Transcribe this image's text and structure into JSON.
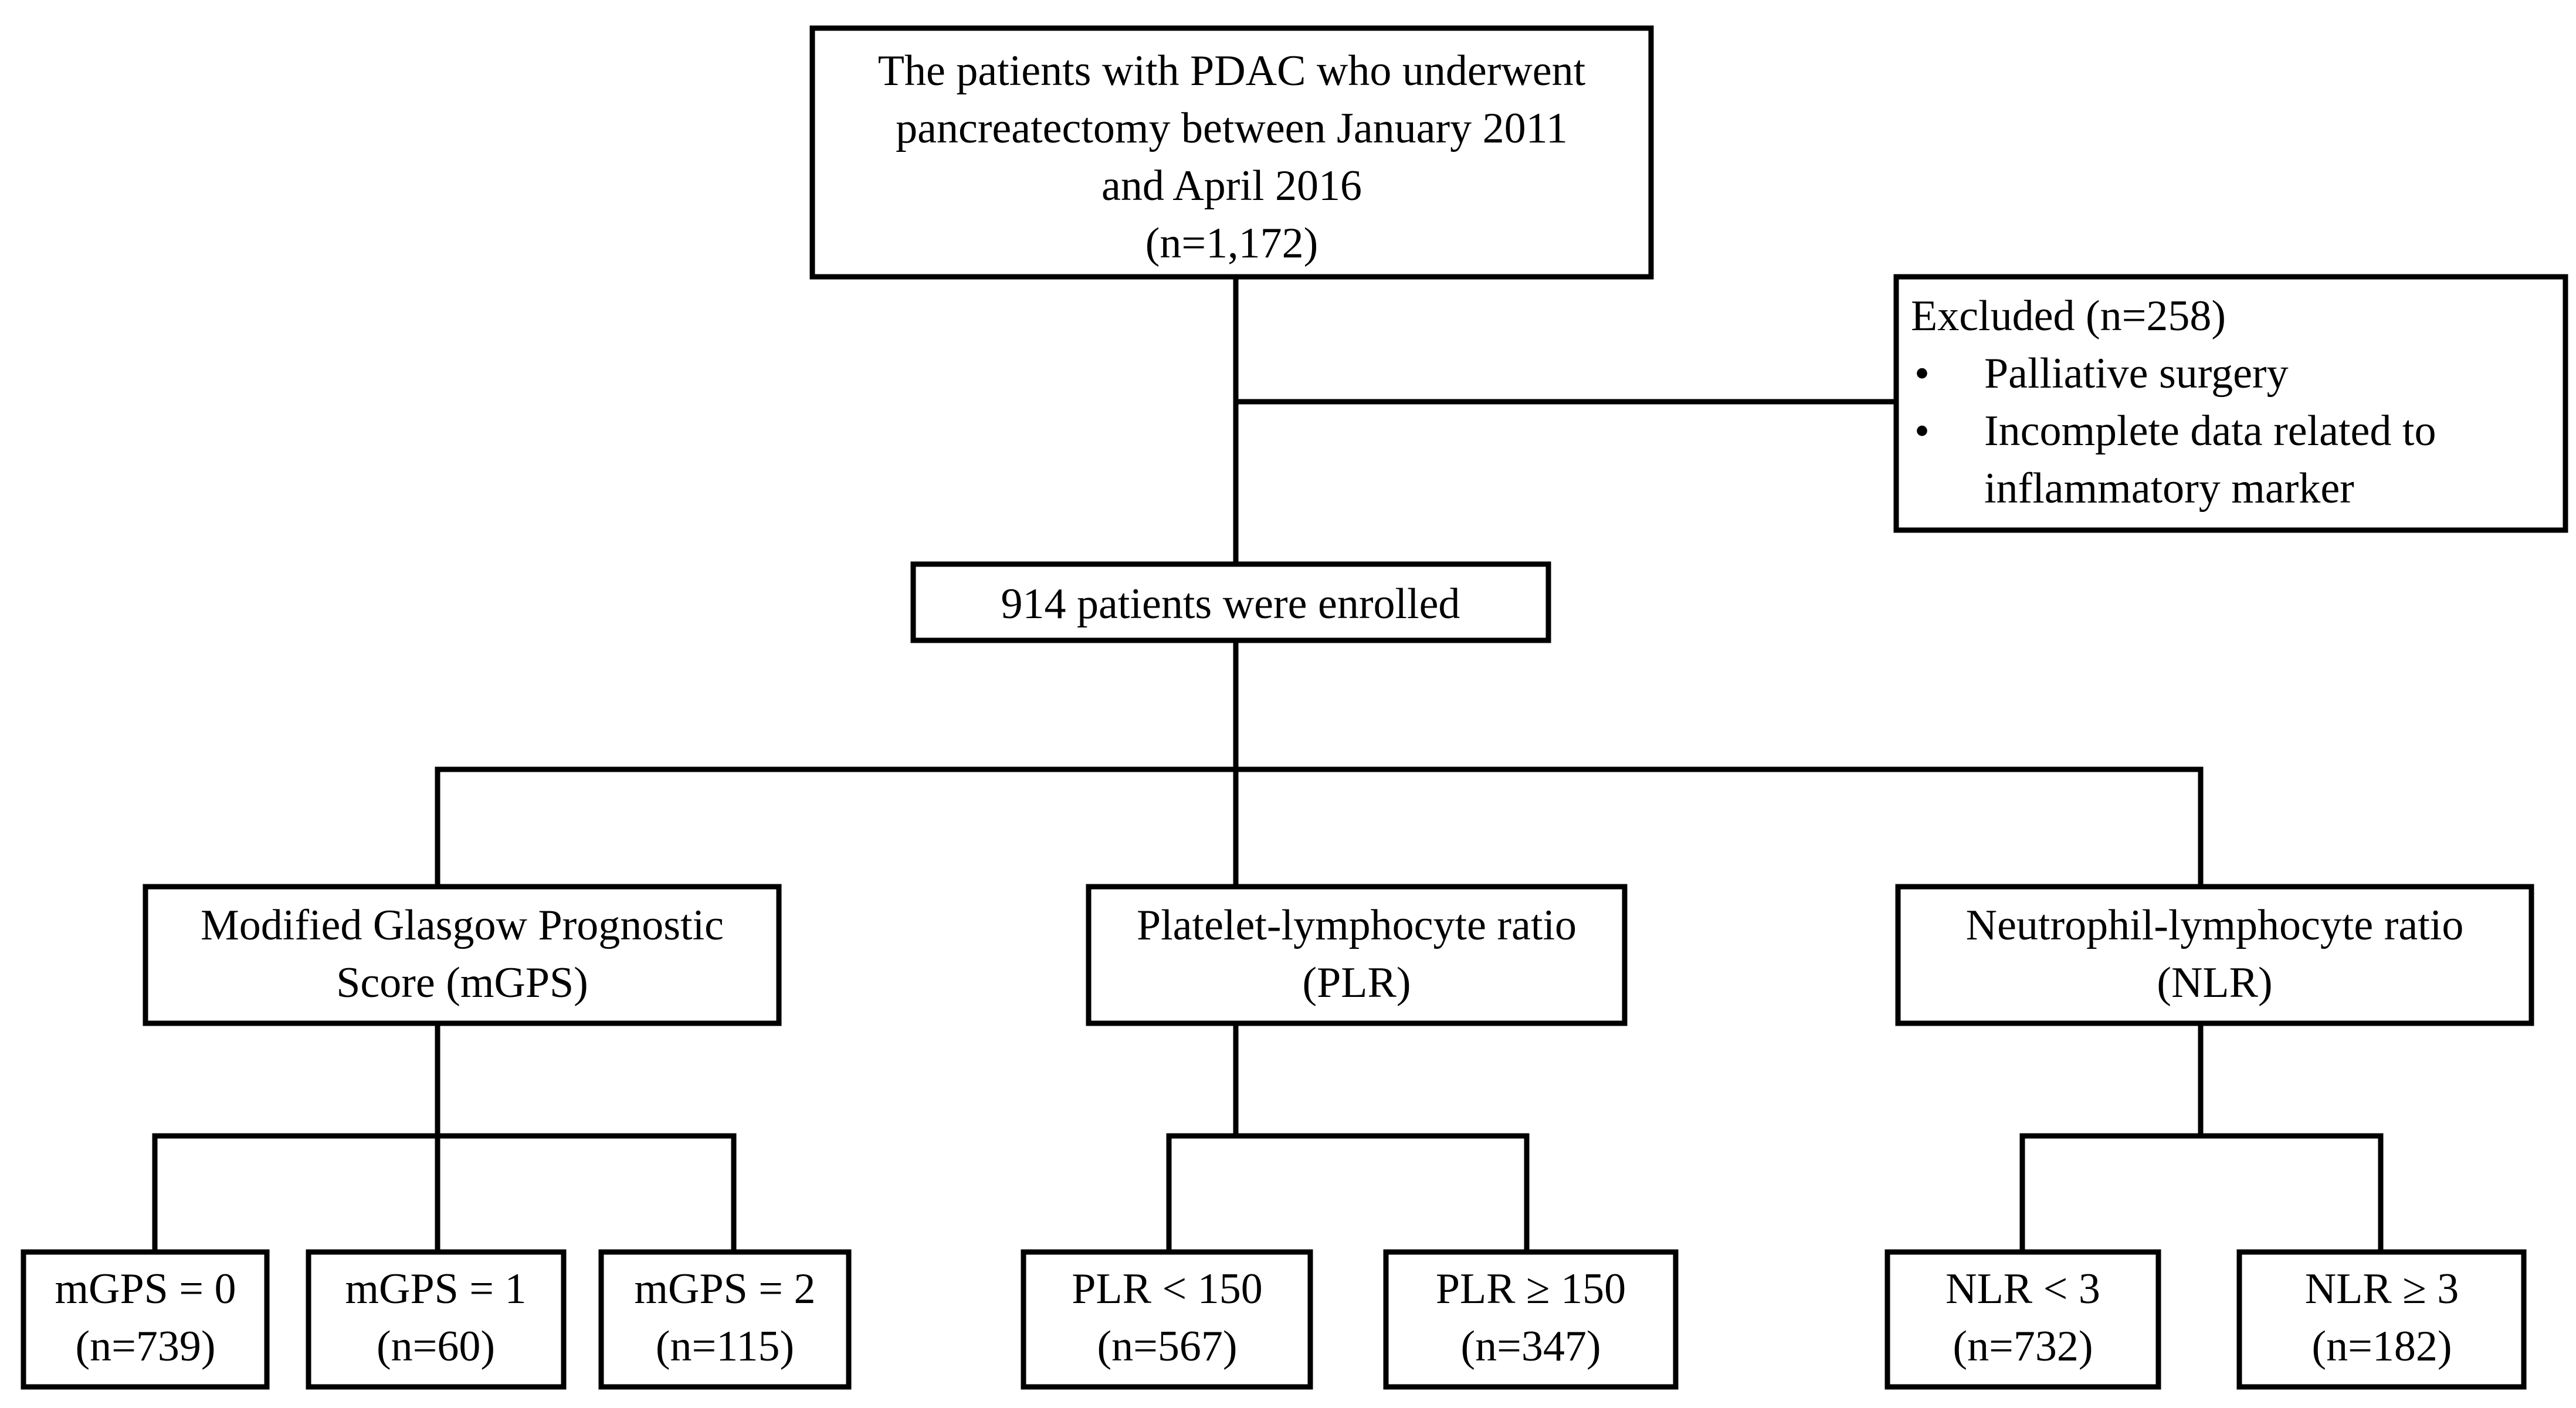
{
  "nodes": {
    "population": {
      "lines": [
        "The patients with PDAC who underwent",
        "pancreatectomy between January 2011",
        "and April 2016",
        "(n=1,172)"
      ]
    },
    "excluded": {
      "title": "Excluded (n=258)",
      "bullet": "•",
      "items": [
        [
          "Palliative surgery"
        ],
        [
          "Incomplete data related to",
          "inflammatory marker"
        ]
      ]
    },
    "enrolled": {
      "lines": [
        "914 patients were enrolled"
      ]
    },
    "mgps": {
      "lines": [
        "Modified Glasgow Prognostic",
        "Score (mGPS)"
      ]
    },
    "plr": {
      "lines": [
        "Platelet-lymphocyte ratio",
        "(PLR)"
      ]
    },
    "nlr": {
      "lines": [
        "Neutrophil-lymphocyte ratio",
        "(NLR)"
      ]
    },
    "mgps0": {
      "lines": [
        "mGPS = 0",
        "(n=739)"
      ]
    },
    "mgps1": {
      "lines": [
        "mGPS = 1",
        "(n=60)"
      ]
    },
    "mgps2": {
      "lines": [
        "mGPS = 2",
        "(n=115)"
      ]
    },
    "plr_low": {
      "lines": [
        "PLR < 150",
        "(n=567)"
      ]
    },
    "plr_high": {
      "lines": [
        "PLR ≥ 150",
        "(n=347)"
      ]
    },
    "nlr_low": {
      "lines": [
        "NLR < 3",
        "(n=732)"
      ]
    },
    "nlr_high": {
      "lines": [
        "NLR ≥ 3",
        "(n=182)"
      ]
    }
  }
}
